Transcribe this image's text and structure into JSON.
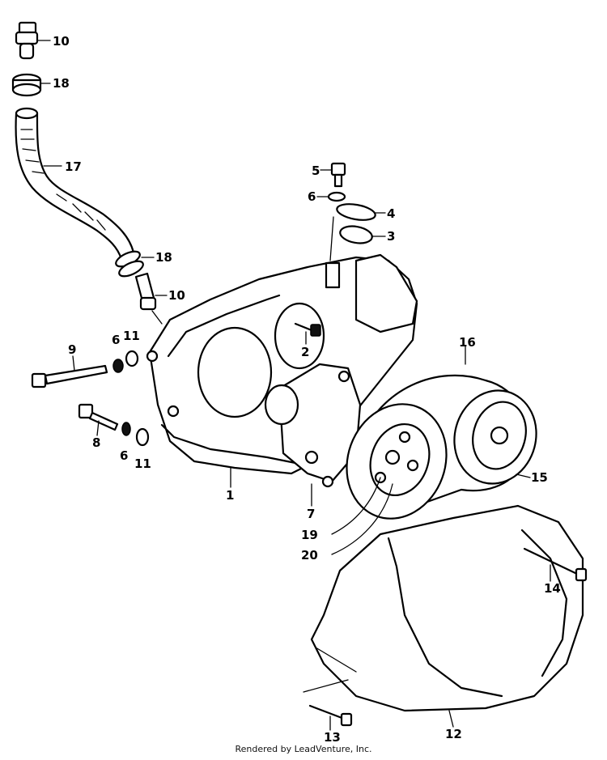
{
  "footer": "Rendered by LeadVenture, Inc.",
  "callouts": [
    "10",
    "18",
    "17",
    "5",
    "6",
    "4",
    "3",
    "18",
    "10",
    "2",
    "9",
    "6",
    "11",
    "16",
    "8",
    "6",
    "11",
    "1",
    "7",
    "15",
    "19",
    "20",
    "14",
    "13",
    "12"
  ]
}
